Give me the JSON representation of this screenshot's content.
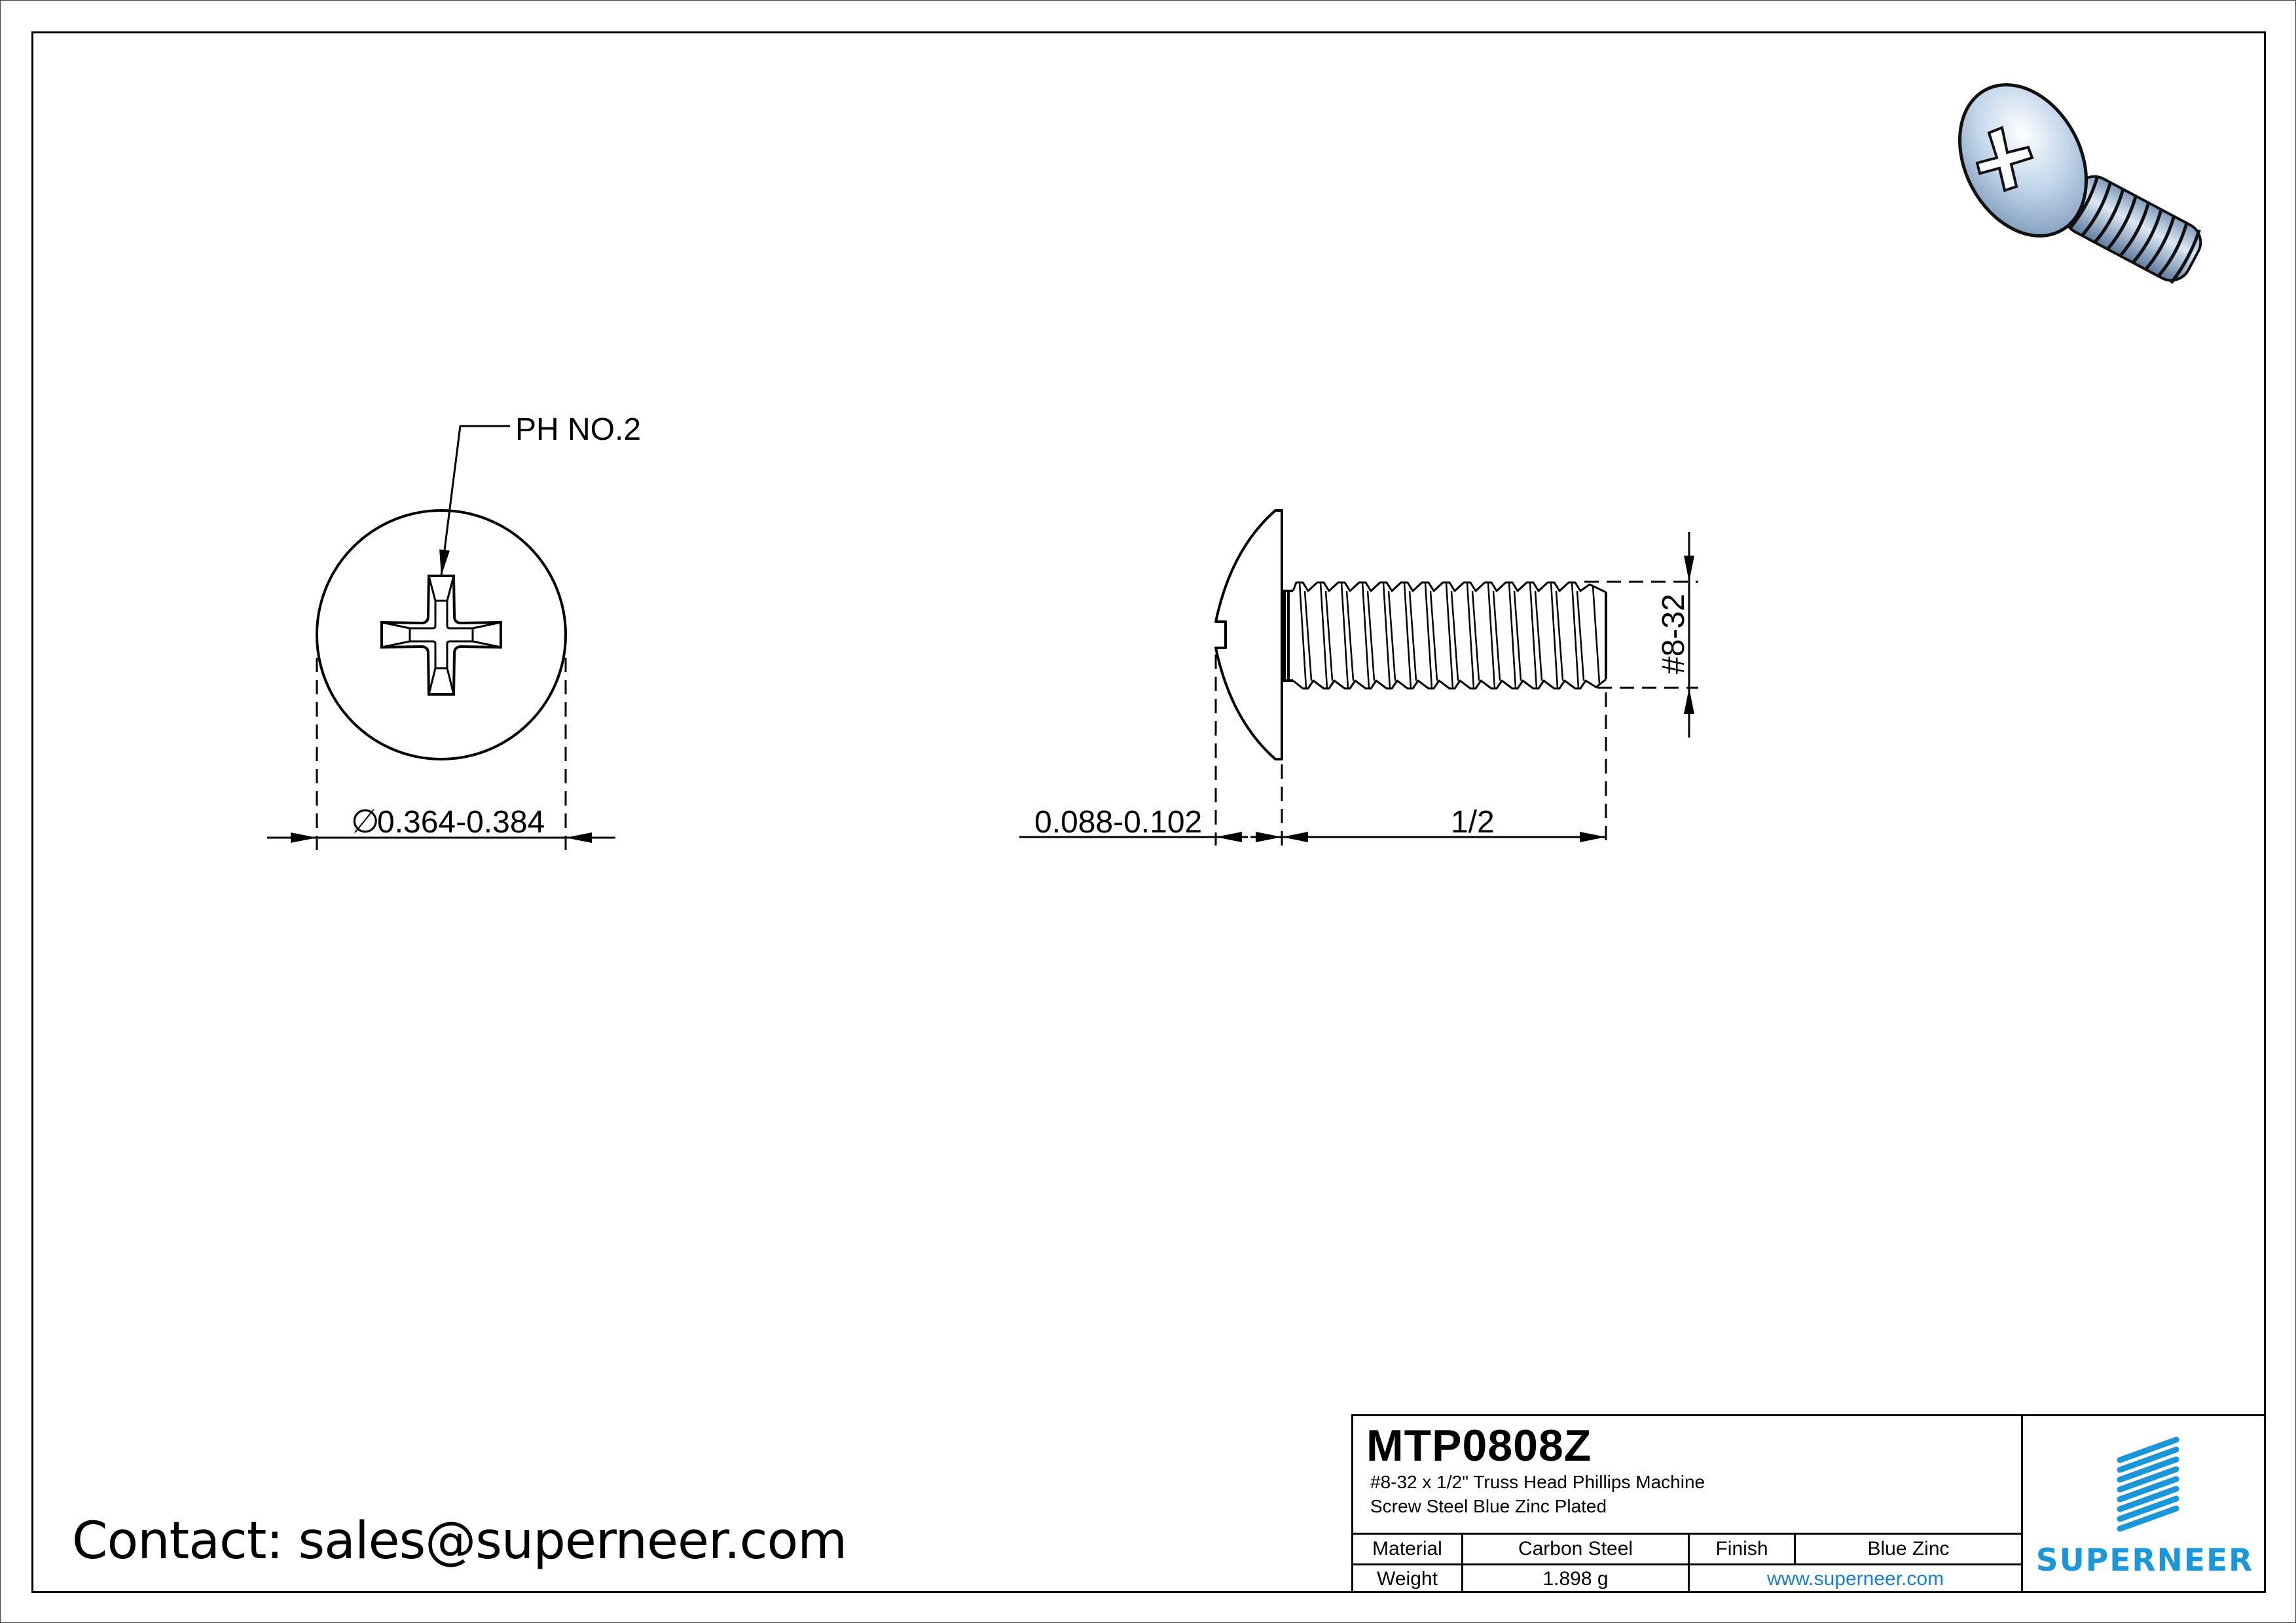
{
  "drawing": {
    "top_view": {
      "callout": "PH NO.2",
      "diameter_symbol": "∅",
      "diameter_dimension": "0.364-0.384"
    },
    "side_view": {
      "head_height_dimension": "0.088-0.102",
      "length_dimension": "1/2",
      "thread_dimension": "#8-32"
    },
    "iso_render": {
      "icon": "screw-3d-icon",
      "color": "#a9c4e0"
    }
  },
  "contact": {
    "text": "Contact: sales@superneer.com"
  },
  "title_block": {
    "part_number": "MTP0808Z",
    "description_line1": "#8-32 x 1/2\" Truss Head Phillips Machine",
    "description_line2": "Screw Steel Blue Zinc Plated",
    "material_label": "Material",
    "material_value": "Carbon Steel",
    "finish_label": "Finish",
    "finish_value": "Blue Zinc",
    "weight_label": "Weight",
    "weight_value": "1.898 g",
    "website": "www.superneer.com",
    "logo_text": "SUPERNEER",
    "brand_color": "#1a96d9",
    "link_color": "#1a7fd0"
  }
}
